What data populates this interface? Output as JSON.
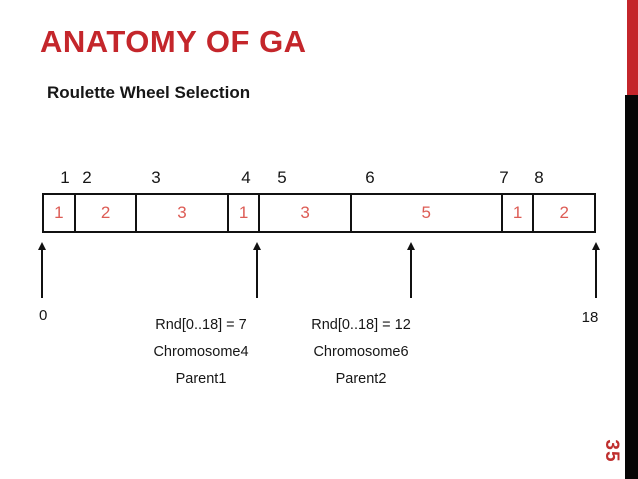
{
  "slide": {
    "title": "ANATOMY OF GA",
    "subtitle": "Roulette Wheel Selection",
    "page_number": "35"
  },
  "colors": {
    "title_red": "#c4262b",
    "segment_number_red": "#dd5c55",
    "accent_red": "#c4262b",
    "accent_black": "#060606",
    "text_black": "#161616"
  },
  "chart": {
    "type": "segmented-fitness-bar",
    "total": 18,
    "index_labels": [
      "1",
      "2",
      "3",
      "4",
      "5",
      "6",
      "7",
      "8"
    ],
    "segments": [
      {
        "label": "1",
        "value": 1
      },
      {
        "label": "2",
        "value": 2
      },
      {
        "label": "3",
        "value": 3
      },
      {
        "label": "1",
        "value": 1
      },
      {
        "label": "3",
        "value": 3
      },
      {
        "label": "5",
        "value": 5
      },
      {
        "label": "1",
        "value": 1
      },
      {
        "label": "2",
        "value": 2
      }
    ],
    "axis_start": "0",
    "axis_end": "18",
    "pointer_positions": [
      0,
      7,
      12,
      18
    ],
    "selections": [
      {
        "lines": [
          "Rnd[0..18] = 7",
          "Chromosome4",
          "Parent1"
        ]
      },
      {
        "lines": [
          "Rnd[0..18] = 12",
          "Chromosome6",
          "Parent2"
        ]
      }
    ]
  }
}
